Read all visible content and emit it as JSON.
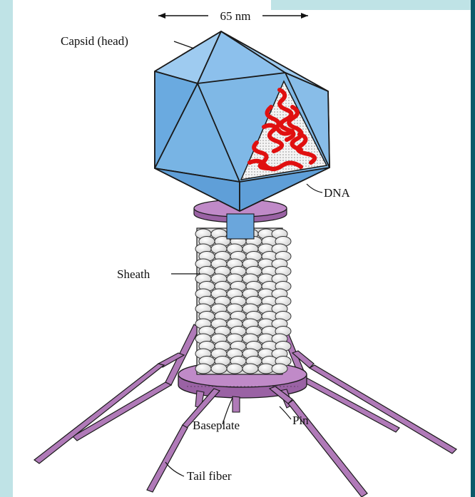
{
  "diagram": {
    "dimension_label": "65 nm",
    "labels": {
      "capsid": "Capsid (head)",
      "dna": "DNA",
      "sheath": "Sheath",
      "baseplate": "Baseplate",
      "pin": "Pin",
      "tail_fiber": "Tail fiber"
    }
  },
  "colors": {
    "background": "#bfe3e6",
    "capsid": "#7fb8e6",
    "dna": "#e01010",
    "tail": "#b07ab8",
    "sheath_bead": "#e8e8e8",
    "outline": "#1a1a1a"
  }
}
